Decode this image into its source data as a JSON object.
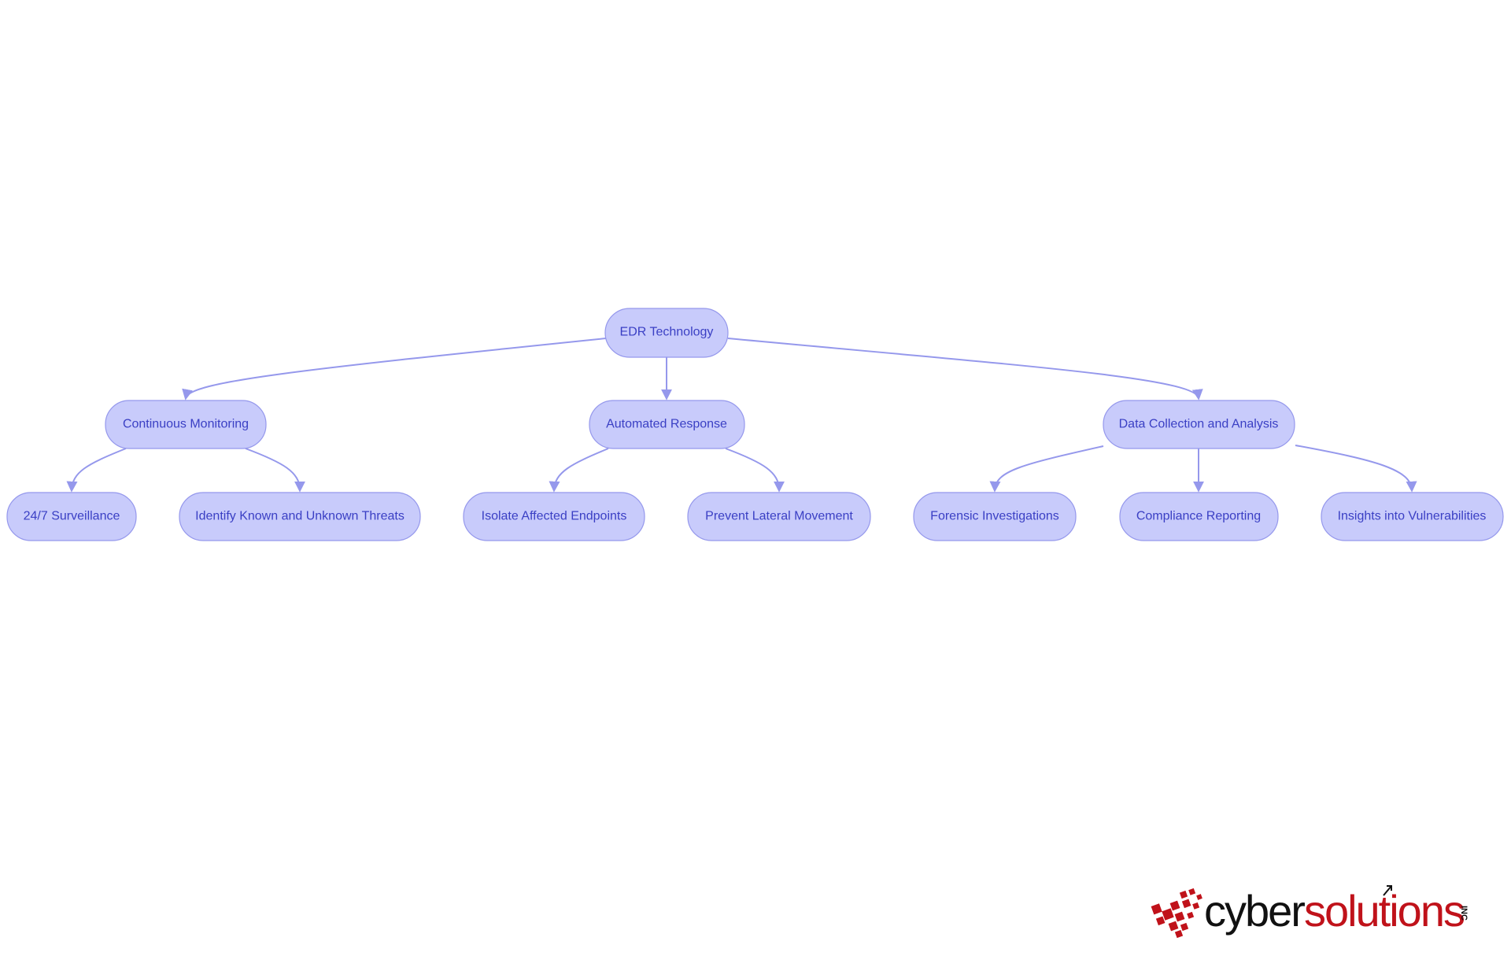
{
  "diagram": {
    "root": "EDR Technology",
    "branches": [
      {
        "label": "Continuous Monitoring",
        "children": [
          "24/7 Surveillance",
          "Identify Known and Unknown Threats"
        ]
      },
      {
        "label": "Automated Response",
        "children": [
          "Isolate Affected Endpoints",
          "Prevent Lateral Movement"
        ]
      },
      {
        "label": "Data Collection and Analysis",
        "children": [
          "Forensic Investigations",
          "Compliance Reporting",
          "Insights into Vulnerabilities"
        ]
      }
    ]
  },
  "logo": {
    "word_part_1": "cyber",
    "word_part_2": "solutions",
    "suffix": "INC"
  },
  "colors": {
    "node_fill": "#c8cbfb",
    "node_stroke": "#9598ec",
    "node_text": "#3a3fc4",
    "edge": "#9598ec",
    "logo_red": "#c0121a",
    "logo_black": "#111111"
  }
}
